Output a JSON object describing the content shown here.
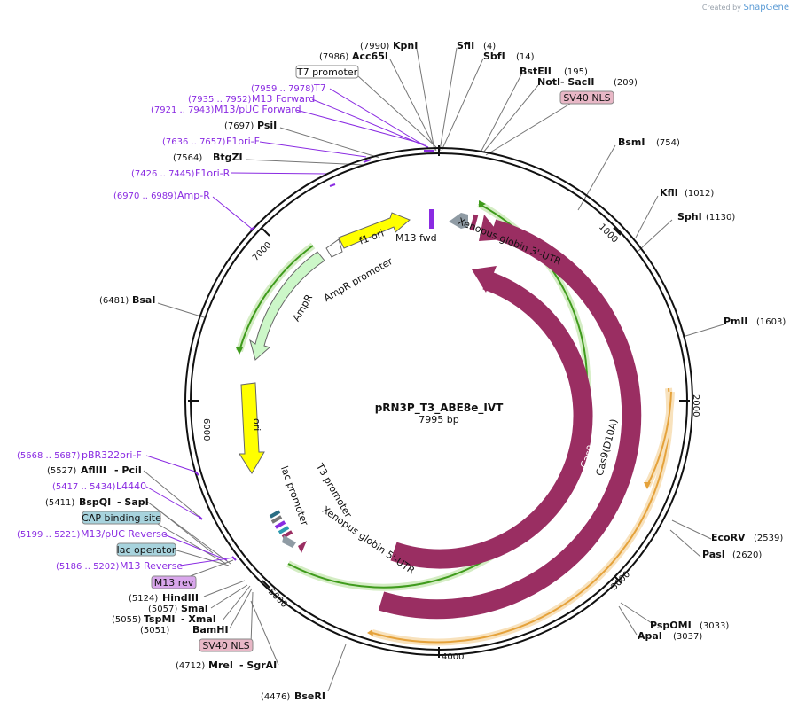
{
  "brand": {
    "created_by": "Created by",
    "name": "SnapGene"
  },
  "plasmid": {
    "name": "pRN3P_T3_ABE8e_IVT",
    "length": "7995 bp"
  },
  "ticks": [
    "1000",
    "2000",
    "3000",
    "4000",
    "5000",
    "6000",
    "7000"
  ],
  "enzymes": [
    {
      "num": "(7990)",
      "name": "KpnI"
    },
    {
      "num": "(7986)",
      "name": "Acc65I"
    },
    {
      "name": "SfiI",
      "num": "(4)"
    },
    {
      "name": "SbfI",
      "num": "(14)"
    },
    {
      "name": "BstEII",
      "num": "(195)"
    },
    {
      "name": "NotI",
      "name2": "SacII",
      "num": "(209)"
    },
    {
      "name": "BsmI",
      "num": "(754)"
    },
    {
      "name": "KflI",
      "num": "(1012)"
    },
    {
      "name": "SphI",
      "num": "(1130)"
    },
    {
      "name": "PmlI",
      "num": "(1603)"
    },
    {
      "name": "EcoRV",
      "num": "(2539)"
    },
    {
      "name": "PasI",
      "num": "(2620)"
    },
    {
      "name": "PspOMI",
      "num": "(3033)"
    },
    {
      "name": "ApaI",
      "num": "(3037)"
    },
    {
      "num": "(4476)",
      "name": "BseRI"
    },
    {
      "num": "(4712)",
      "name": "MreI",
      "name2": "SgrAI"
    },
    {
      "num": "(5051)",
      "name": "BamHI"
    },
    {
      "num": "(5055)",
      "name": "TspMI",
      "name2": "XmaI"
    },
    {
      "num": "(5057)",
      "name": "SmaI"
    },
    {
      "num": "(5124)",
      "name": "HindIII"
    },
    {
      "num": "(5411)",
      "name": "BspQI",
      "name2": "SapI"
    },
    {
      "num": "(5527)",
      "name": "AflIII",
      "name2": "PciI"
    },
    {
      "num": "(6481)",
      "name": "BsaI"
    },
    {
      "num": "(7564)",
      "name": "BtgZI"
    },
    {
      "num": "(7697)",
      "name": "PsiI"
    }
  ],
  "primers": [
    {
      "range": "(7959 .. 7978)",
      "name": "T7"
    },
    {
      "range": "(7935 .. 7952)",
      "name": "M13 Forward"
    },
    {
      "range": "(7921 .. 7943)",
      "name": "M13/pUC Forward"
    },
    {
      "range": "(7636 .. 7657)",
      "name": "F1ori-F"
    },
    {
      "range": "(7426 .. 7445)",
      "name": "F1ori-R"
    },
    {
      "range": "(6970 .. 6989)",
      "name": "Amp-R"
    },
    {
      "range": "(5668 .. 5687)",
      "name": "pBR322ori-F"
    },
    {
      "range": "(5417 .. 5434)",
      "name": "L4440"
    },
    {
      "range": "(5199 .. 5221)",
      "name": "M13/pUC Reverse"
    },
    {
      "range": "(5186 .. 5202)",
      "name": "M13 Reverse"
    }
  ],
  "boxes": [
    {
      "label": "T7 promoter",
      "color": "#ffffff"
    },
    {
      "label": "SV40 NLS",
      "color": "#e8b7c6"
    },
    {
      "label": "CAP binding site",
      "color": "#a7d3dd"
    },
    {
      "label": "lac operator",
      "color": "#a7d3dd"
    },
    {
      "label": "M13 rev",
      "color": "#d9a6ec"
    },
    {
      "label": "SV40 NLS",
      "color": "#e8b7c6"
    }
  ],
  "features": {
    "f1_ori": "f1 ori",
    "ampr_promoter": "AmpR promoter",
    "ampr": "AmpR",
    "ori": "ori",
    "lac_promoter": "lac promoter",
    "t3_promoter": "T3 promoter",
    "xg5": "Xenopus globin 5'-UTR",
    "xg3": "Xenopus globin 3'-UTR",
    "m13fwd": "M13 fwd",
    "cas9": "Cas9",
    "cas9d10a": "Cas9(D10A)"
  },
  "colors": {
    "backbone": "#111111",
    "cas9": "#9a2e62",
    "green": "#3f9b1c",
    "orange": "#e5a23b",
    "yellow": "#ffff00",
    "ampr": "#ccf7c8",
    "primer": "#8a2be2",
    "grey_arrow": "#8f9ba4"
  }
}
